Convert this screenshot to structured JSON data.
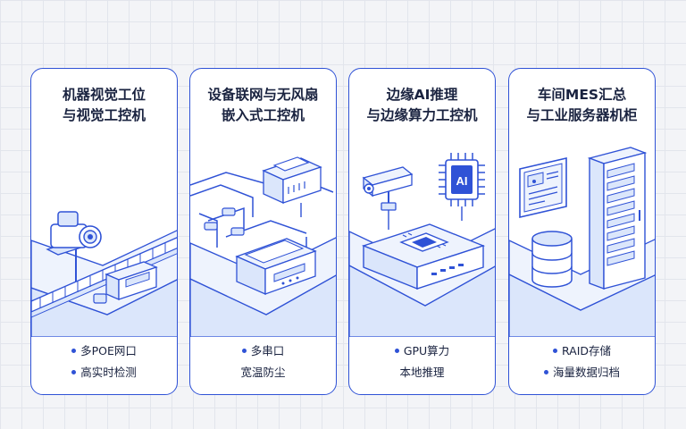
{
  "colors": {
    "accent": "#2f52d6",
    "text": "#1a2340",
    "light_blue": "#dbe6fb",
    "background": "#f3f4f7"
  },
  "cards": [
    {
      "title_lines": [
        "机器视觉工位",
        "与视觉工控机"
      ],
      "illustration": "industrial-camera-conveyor-box-pc",
      "features": [
        "多POE网口",
        "高实时检测"
      ]
    },
    {
      "title_lines": [
        "设备联网与无风扇",
        "嵌入式工控机"
      ],
      "illustration": "networked-devices-fanless-pc",
      "features": [
        "多串口",
        "宽温防尘"
      ]
    },
    {
      "title_lines": [
        "边缘AI推理",
        "与边缘算力工控机"
      ],
      "illustration": "camera-ai-chip-edge-box",
      "ai_chip_label": "AI",
      "features": [
        "GPU算力",
        "本地推理"
      ]
    },
    {
      "title_lines": [
        "车间MES汇总",
        "与工业服务器机柜"
      ],
      "illustration": "dashboard-database-server-rack",
      "features": [
        "RAID存储",
        "海量数据归档"
      ]
    }
  ]
}
